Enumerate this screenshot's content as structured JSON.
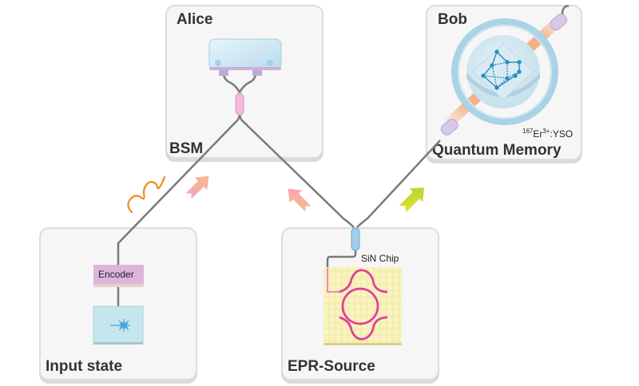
{
  "panels": {
    "alice": {
      "title": "Alice",
      "sublabel": "BSM"
    },
    "bob": {
      "title": "Bob",
      "sublabel": "Quantum Memory",
      "crystal_label": {
        "isotope": "167",
        "element": "Er",
        "charge": "3+",
        "host": ":YSO"
      }
    },
    "input": {
      "title": "Input state",
      "encoder_label": "Encoder"
    },
    "epr": {
      "title": "EPR-Source",
      "chip_label": "SiN Chip"
    }
  },
  "colors": {
    "fiber": "#777777",
    "bsm_coupler": "#f2b8d6",
    "epr_coupler": "#9ccbe8",
    "encoder": "#dcb4dc",
    "laser_box": "#c5e6ec",
    "chip": "#f8f1b8",
    "waveguide": "#e0409a",
    "ring": "#a9d3e6",
    "beam": "#f4b07a",
    "wave": "#f08c1e",
    "arrow_pink": "#f3a6c6",
    "arrow_yellow": "#d9e52a"
  }
}
